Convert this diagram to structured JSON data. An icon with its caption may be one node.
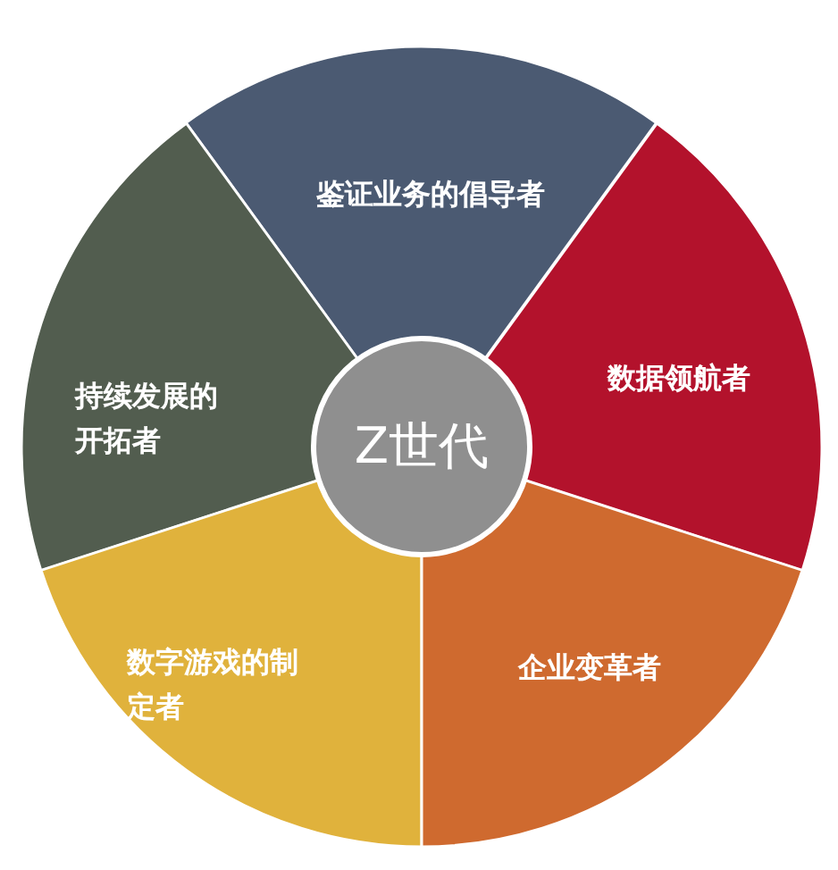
{
  "diagram": {
    "nodes": [
      {
        "text": [
          "鉴证业务的倡导者"
        ]
      },
      {
        "text": [
          "持续发展的开拓者"
        ]
      },
      {
        "text": [
          "Z世代"
        ]
      },
      {
        "text": [
          "数据领航者"
        ]
      },
      {
        "text": [
          "数字游戏的制定者"
        ]
      },
      {
        "text": [
          "企业变革者"
        ]
      }
    ]
  }
}
